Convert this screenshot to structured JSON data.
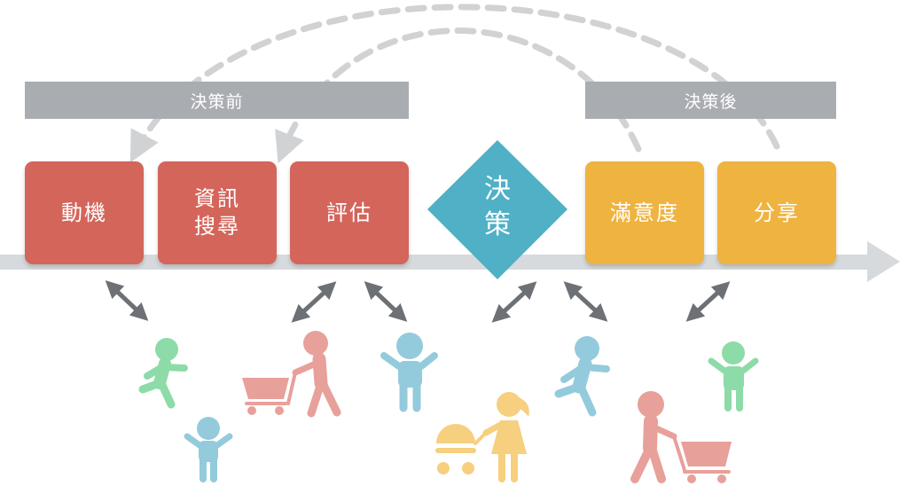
{
  "phases": {
    "before": "決策前",
    "after": "決策後"
  },
  "stages": {
    "motivation": "動機",
    "info_line1": "資訊",
    "info_line2": "搜尋",
    "evaluation": "評估",
    "decision_line1": "決",
    "decision_line2": "策",
    "satisfaction": "滿意度",
    "share": "分享"
  },
  "colors": {
    "pre_decision_box": "#d4655b",
    "decision_diamond": "#4fb0c6",
    "post_decision_box": "#efb33f",
    "label_bar": "#a9adb1",
    "timeline_arrow": "#d7dadd",
    "dashed_arc": "#d0d2d4",
    "double_arrow": "#6d7175",
    "figure_green": "#8ddba8",
    "figure_blue": "#93cbdc",
    "figure_pink": "#e8a09a",
    "figure_yellow": "#f6cf7f"
  },
  "icons": [
    "dashed-return-arrow-icon",
    "timeline-arrow-icon",
    "double-headed-arrow-icon",
    "running-person-icon",
    "waving-person-icon",
    "shopping-cart-person-icon",
    "stroller-person-icon"
  ]
}
